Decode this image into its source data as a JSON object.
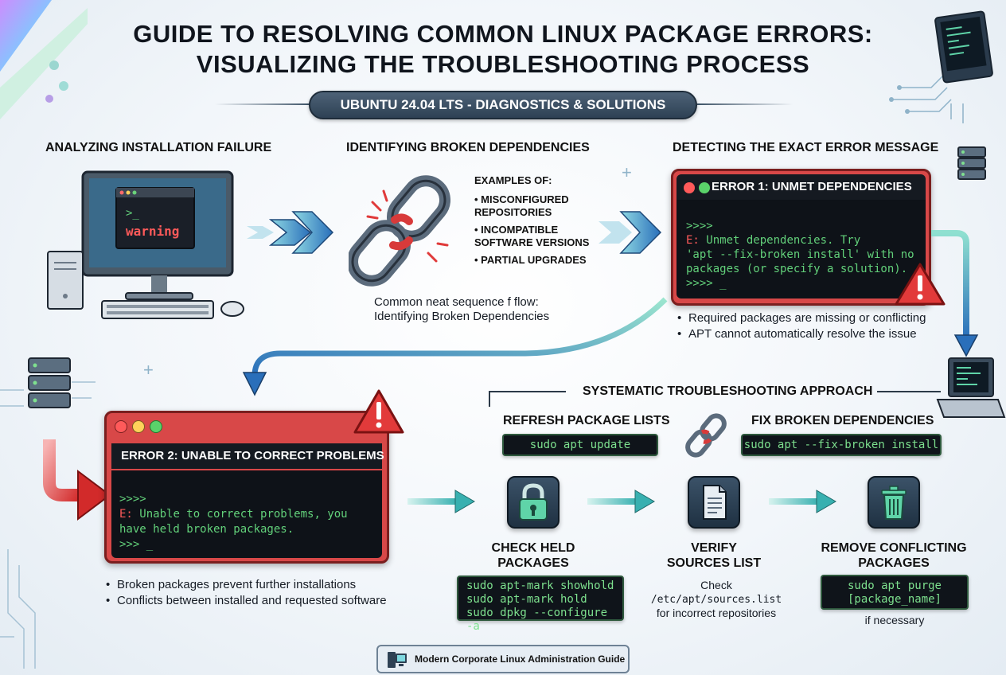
{
  "title": {
    "line1": "GUIDE TO RESOLVING COMMON LINUX PACKAGE ERRORS:",
    "line2": "VISUALIZING THE TROUBLESHOOTING PROCESS"
  },
  "subtitle": "UBUNTU 24.04 LTS - DIAGNOSTICS & SOLUTIONS",
  "sections": {
    "analyzing": {
      "heading": "ANALYZING INSTALLATION FAILURE",
      "screen_prompt": ">_",
      "screen_word": "warning"
    },
    "broken": {
      "heading": "IDENTIFYING BROKEN DEPENDENCIES",
      "examples_title": "EXAMPLES OF:",
      "examples": [
        "MISCONFIGURED REPOSITORIES",
        "INCOMPATIBLE SOFTWARE VERSIONS",
        "PARTIAL UPGRADES"
      ],
      "caption_line1": "Common neat sequence f flow:",
      "caption_line2": "Identifying Broken Dependencies"
    },
    "detecting": {
      "heading": "DETECTING THE EXACT ERROR MESSAGE",
      "window_title": "ERROR 1: UNMET DEPENDENCIES",
      "prompt1": ">>>>",
      "err_prefix": "E:",
      "err_line1": "Unmet dependencies. Try",
      "err_line2": "'apt --fix-broken install' with no",
      "err_line3": "packages (or specify a solution).",
      "prompt2": ">>>> _",
      "bullets": [
        "Required packages are missing or conflicting",
        "APT cannot automatically resolve the issue"
      ]
    },
    "error2": {
      "window_title": "ERROR 2: UNABLE TO CORRECT PROBLEMS",
      "prompt1": ">>>>",
      "err_prefix": "E:",
      "err_line1": "Unable to correct problems, you",
      "err_line2": "have held broken packages.",
      "prompt2": ">>> _",
      "bullets": [
        "Broken packages prevent further installations",
        "Conflicts between installed and requested software"
      ]
    },
    "systematic": {
      "heading": "SYSTEMATIC TROUBLESHOOTING APPROACH",
      "refresh": {
        "label": "REFRESH PACKAGE LISTS",
        "cmd": "sudo apt update"
      },
      "fix": {
        "label": "FIX BROKEN DEPENDENCIES",
        "cmd": "sudo apt --fix-broken install"
      },
      "held": {
        "label_line1": "CHECK HELD",
        "label_line2": "PACKAGES",
        "cmd_line1": "sudo apt-mark showhold",
        "cmd_line2": "sudo apt-mark hold",
        "cmd_line3": "sudo dpkg --configure -a"
      },
      "verify": {
        "label_line1": "VERIFY",
        "label_line2": "SOURCES LIST",
        "note_prefix": "Check",
        "note_path": "/etc/apt/sources.list",
        "note_line2": "for incorrect repositories"
      },
      "remove": {
        "label_line1": "REMOVE CONFLICTING",
        "label_line2": "PACKAGES",
        "cmd_line1": "sudo apt purge",
        "cmd_line2": "[package_name]",
        "note": "if necessary"
      }
    }
  },
  "footer": "Modern Corporate Linux Administration Guide",
  "colors": {
    "accent_teal": "#3aa6b8",
    "error_red": "#d84848",
    "terminal_bg": "#0e1218",
    "terminal_green": "#62d07a",
    "arrow_blue": "#2f7fc4"
  },
  "icons": [
    "monitor-icon",
    "tower-icon",
    "keyboard-icon",
    "mouse-icon",
    "broken-chain-icon",
    "warning-triangle-icon",
    "lock-icon",
    "document-icon",
    "trash-icon",
    "server-stack-icon",
    "laptop-icon",
    "circuit-icon"
  ]
}
